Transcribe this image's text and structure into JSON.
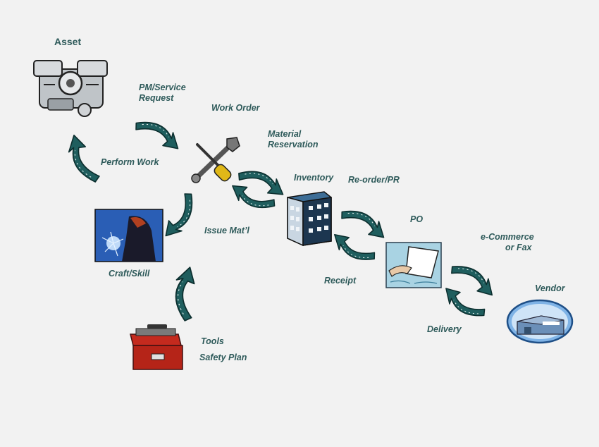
{
  "labels": {
    "asset": "Asset",
    "pm_request_1": "PM/Service",
    "pm_request_2": "Request",
    "work_order": "Work Order",
    "material_reservation_1": "Material",
    "material_reservation_2": "Reservation",
    "perform_work": "Perform Work",
    "inventory": "Inventory",
    "reorder_pr": "Re-order/PR",
    "issue_mat": "Issue Mat’l",
    "po": "PO",
    "ecommerce_1": "e-Commerce",
    "ecommerce_2": "or Fax",
    "craft_skill": "Craft/Skill",
    "receipt": "Receipt",
    "vendor": "Vendor",
    "delivery": "Delivery",
    "tools": "Tools",
    "safety_plan": "Safety Plan"
  },
  "colors": {
    "arrow_fill": "#1f5e5e",
    "arrow_stroke": "#0c2e2e",
    "label_text": "#2e5a5a",
    "background": "#f2f2f2"
  },
  "icons": [
    "engine-icon",
    "tools-wrench-icon",
    "welder-icon",
    "building-icon",
    "document-hand-icon",
    "vendor-warehouse-icon",
    "toolbox-icon"
  ]
}
